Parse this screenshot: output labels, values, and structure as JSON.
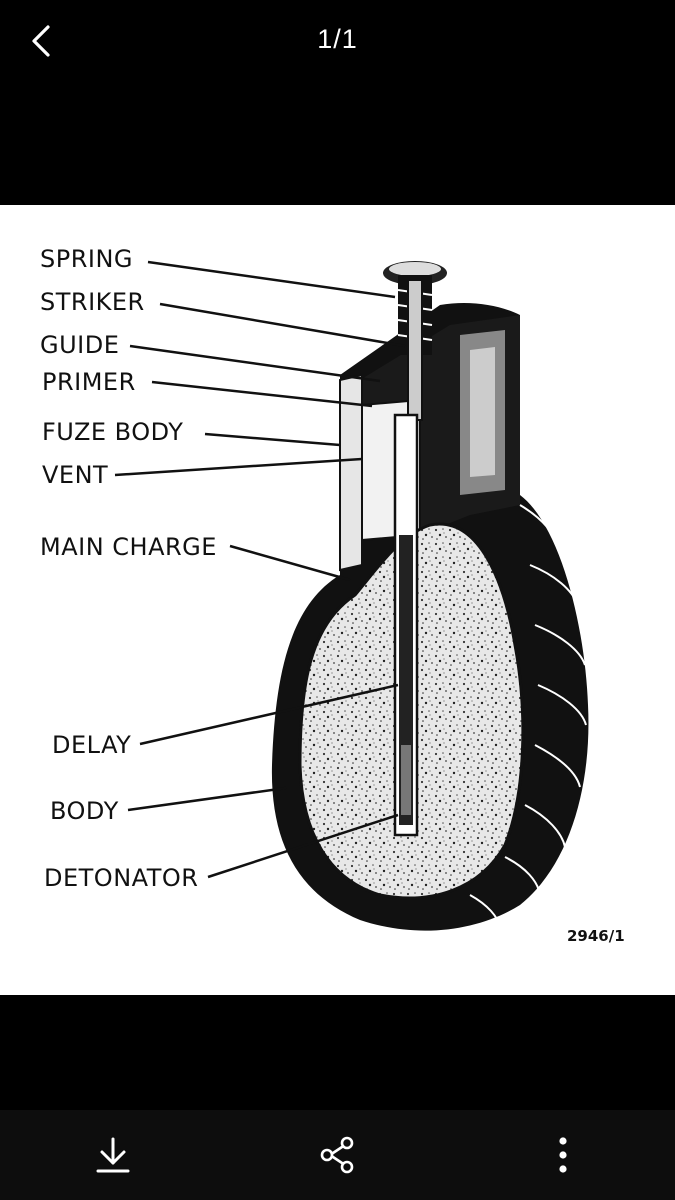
{
  "header": {
    "back_icon": "chevron-left-icon",
    "page_counter": "1/1"
  },
  "diagram": {
    "labels": {
      "spring": "SPRING",
      "striker": "STRIKER",
      "guide": "GUIDE",
      "primer": "PRIMER",
      "fuze_body": "FUZE BODY",
      "vent": "VENT",
      "main_charge": "MAIN CHARGE",
      "delay": "DELAY",
      "body": "BODY",
      "detonator": "DETONATOR"
    },
    "reference_code": "2946/1"
  },
  "toolbar": {
    "download_icon": "download-icon",
    "share_icon": "share-icon",
    "more_icon": "more-vertical-icon"
  }
}
